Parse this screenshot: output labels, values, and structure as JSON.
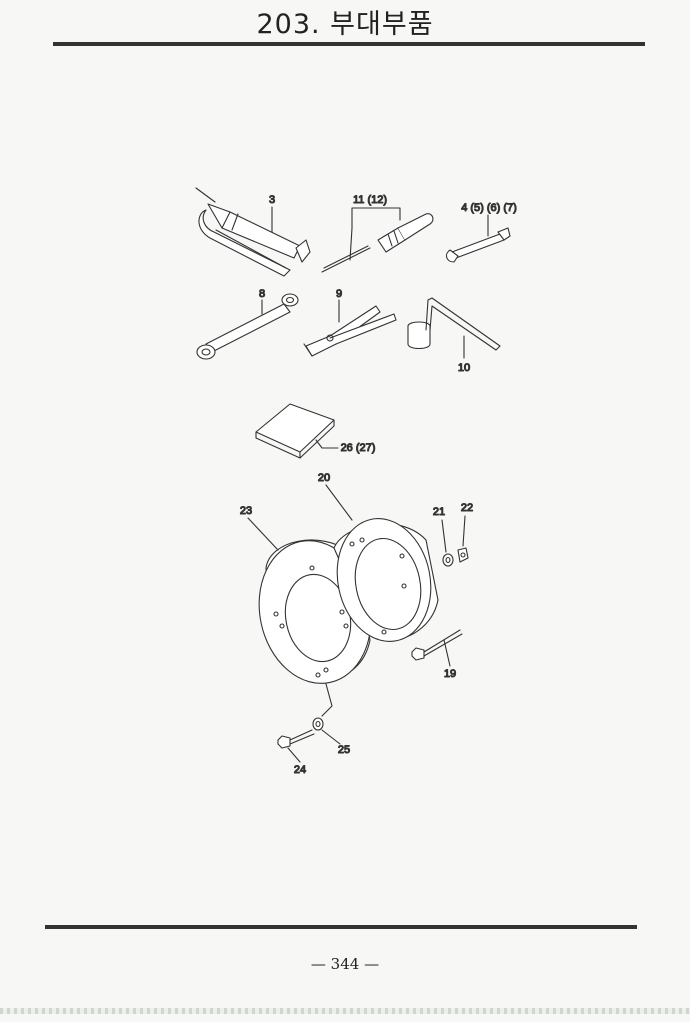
{
  "header": {
    "title": "203. 부대부품"
  },
  "callouts": {
    "c3": "3",
    "c11": "11 (12)",
    "c4": "4 (5) (6) (7)",
    "c8": "8",
    "c9": "9",
    "c10": "10",
    "c26": "26 (27)",
    "c20": "20",
    "c23": "23",
    "c21": "21",
    "c22": "22",
    "c19": "19",
    "c25": "25",
    "c24": "24"
  },
  "footer": {
    "page_number": "— 344 —"
  }
}
